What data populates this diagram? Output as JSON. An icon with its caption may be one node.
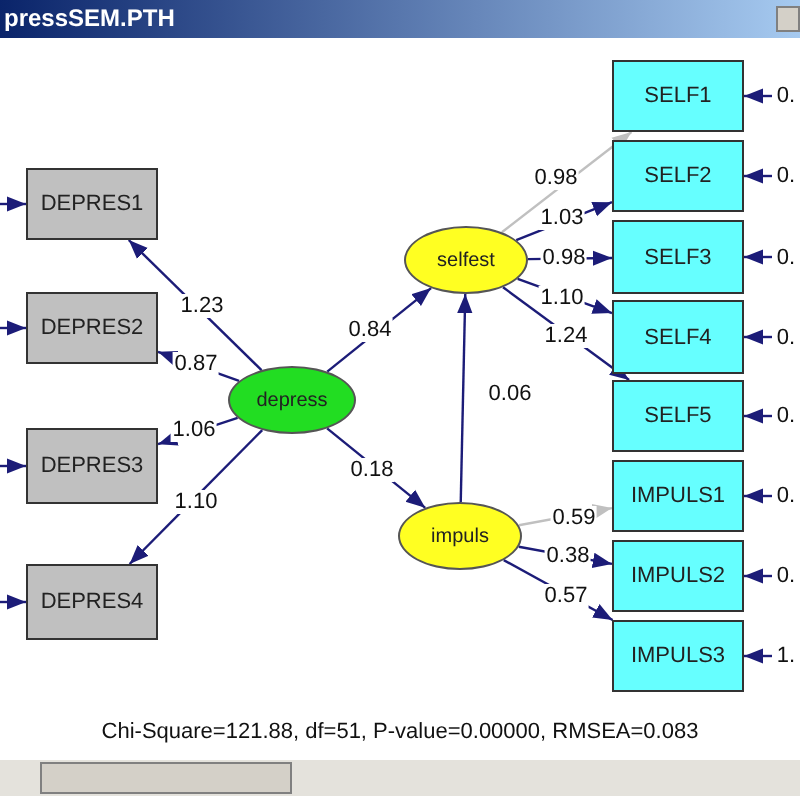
{
  "diagram": {
    "title": "pressSEM.PTH",
    "nodes": [
      {
        "text": [
          "DEPRES1"
        ]
      },
      {
        "text": [
          "DEPRES2"
        ]
      },
      {
        "text": [
          "DEPRES3"
        ]
      },
      {
        "text": [
          "DEPRES4"
        ]
      },
      {
        "text": [
          "depress"
        ]
      },
      {
        "text": [
          "selfest"
        ]
      },
      {
        "text": [
          "impuls"
        ]
      },
      {
        "text": [
          "SELF1"
        ]
      },
      {
        "text": [
          "SELF2"
        ]
      },
      {
        "text": [
          "SELF3"
        ]
      },
      {
        "text": [
          "SELF4"
        ]
      },
      {
        "text": [
          "SELF5"
        ]
      },
      {
        "text": [
          "IMPULS1"
        ]
      },
      {
        "text": [
          "IMPULS2"
        ]
      },
      {
        "text": [
          "IMPULS3"
        ]
      }
    ],
    "edges": [
      {
        "from": 4,
        "to": 0,
        "arrow": "to",
        "label": "1.23"
      },
      {
        "from": 4,
        "to": 1,
        "arrow": "to",
        "label": "0.87"
      },
      {
        "from": 4,
        "to": 2,
        "arrow": "to",
        "label": "1.06"
      },
      {
        "from": 4,
        "to": 3,
        "arrow": "to",
        "label": "1.10"
      },
      {
        "from": 4,
        "to": 5,
        "arrow": "to",
        "label": "0.84"
      },
      {
        "from": 4,
        "to": 6,
        "arrow": "to",
        "label": "0.18"
      },
      {
        "from": 6,
        "to": 5,
        "arrow": "to",
        "label": "0.06"
      },
      {
        "from": 5,
        "to": 7,
        "arrow": "to",
        "label": "0.98",
        "color": "#c0c0c0"
      },
      {
        "from": 5,
        "to": 8,
        "arrow": "to",
        "label": "1.03"
      },
      {
        "from": 5,
        "to": 9,
        "arrow": "to",
        "label": "0.98"
      },
      {
        "from": 5,
        "to": 10,
        "arrow": "to",
        "label": "1.10"
      },
      {
        "from": 5,
        "to": 11,
        "arrow": "to",
        "label": "1.24"
      },
      {
        "from": 6,
        "to": 12,
        "arrow": "to",
        "label": "0.59",
        "color": "#c0c0c0"
      },
      {
        "from": 6,
        "to": 13,
        "arrow": "to",
        "label": "0.38"
      },
      {
        "from": 6,
        "to": 14,
        "arrow": "to",
        "label": "0.57"
      },
      {
        "from": null,
        "to": 0,
        "arrow": "to"
      },
      {
        "from": null,
        "to": 1,
        "arrow": "to"
      },
      {
        "from": null,
        "to": 2,
        "arrow": "to"
      },
      {
        "from": null,
        "to": 3,
        "arrow": "to"
      },
      {
        "from": null,
        "to": 7,
        "arrow": "to",
        "label": "0."
      },
      {
        "from": null,
        "to": 8,
        "arrow": "to",
        "label": "0."
      },
      {
        "from": null,
        "to": 9,
        "arrow": "to",
        "label": "0."
      },
      {
        "from": null,
        "to": 10,
        "arrow": "to",
        "label": "0."
      },
      {
        "from": null,
        "to": 11,
        "arrow": "to",
        "label": "0."
      },
      {
        "from": null,
        "to": 12,
        "arrow": "to",
        "label": "0."
      },
      {
        "from": null,
        "to": 13,
        "arrow": "to",
        "label": "0."
      },
      {
        "from": null,
        "to": 14,
        "arrow": "to",
        "label": "1."
      }
    ],
    "caption": "Chi-Square=121.88, df=51, P-value=0.00000, RMSEA=0.083"
  }
}
